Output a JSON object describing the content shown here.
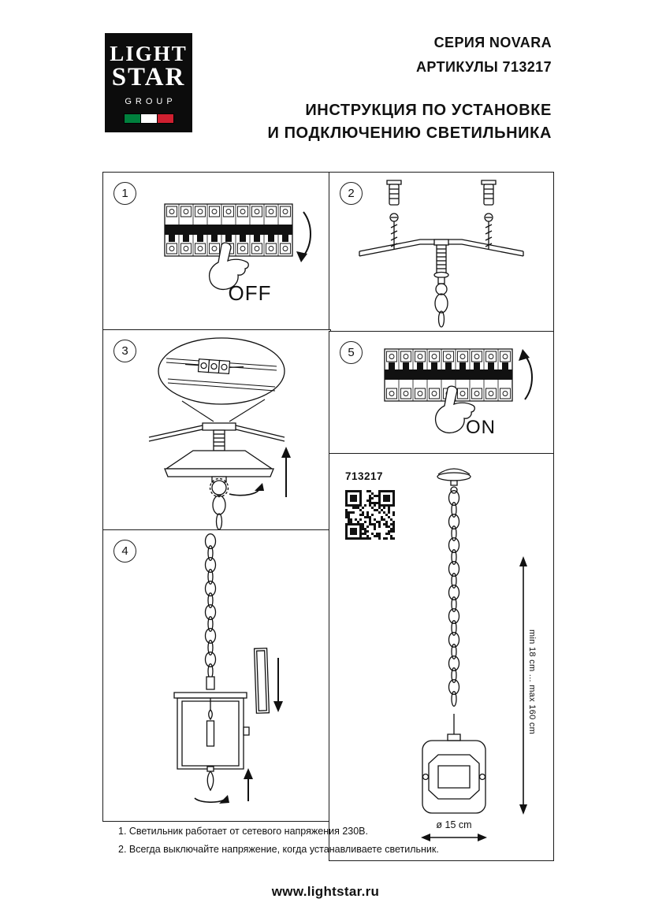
{
  "logo": {
    "line1": "LIGHT",
    "line2": "STAR",
    "line3": "GROUP"
  },
  "header": {
    "series": "СЕРИЯ NOVARA",
    "article_line": "АРТИКУЛЫ 713217",
    "title_line1": "ИНСТРУКЦИЯ ПО УСТАНОВКЕ",
    "title_line2": "И ПОДКЛЮЧЕНИЮ СВЕТИЛЬНИКА"
  },
  "steps": {
    "s1": {
      "num": "1",
      "state": "OFF"
    },
    "s2": {
      "num": "2"
    },
    "s3": {
      "num": "3"
    },
    "s4": {
      "num": "4"
    },
    "s5": {
      "num": "5",
      "state": "ON"
    }
  },
  "product": {
    "article": "713217",
    "height_label": "min 18 cm ... max 160 cm",
    "diameter_label": "ø 15 cm"
  },
  "notes": {
    "n1": "1. Светильник работает от сетевого напряжения 230В.",
    "n2": "2. Всегда выключайте напряжение, когда устанавливаете светильник."
  },
  "footer": {
    "site": "www.lightstar.ru"
  }
}
